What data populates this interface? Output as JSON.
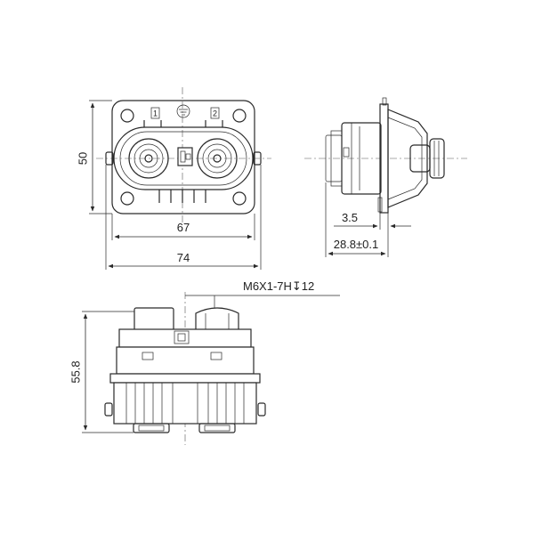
{
  "dimensions": {
    "height_front": "50",
    "width_inner": "67",
    "width_outer": "74",
    "offset_side": "3.5",
    "depth_side": "28.8±0.1",
    "height_bottom": "55.8",
    "thread_spec": "M6X1-7H↧12"
  },
  "pin_labels": {
    "pin1": "1",
    "pin2": "2"
  },
  "symbols": {
    "ground": "ground-icon"
  }
}
